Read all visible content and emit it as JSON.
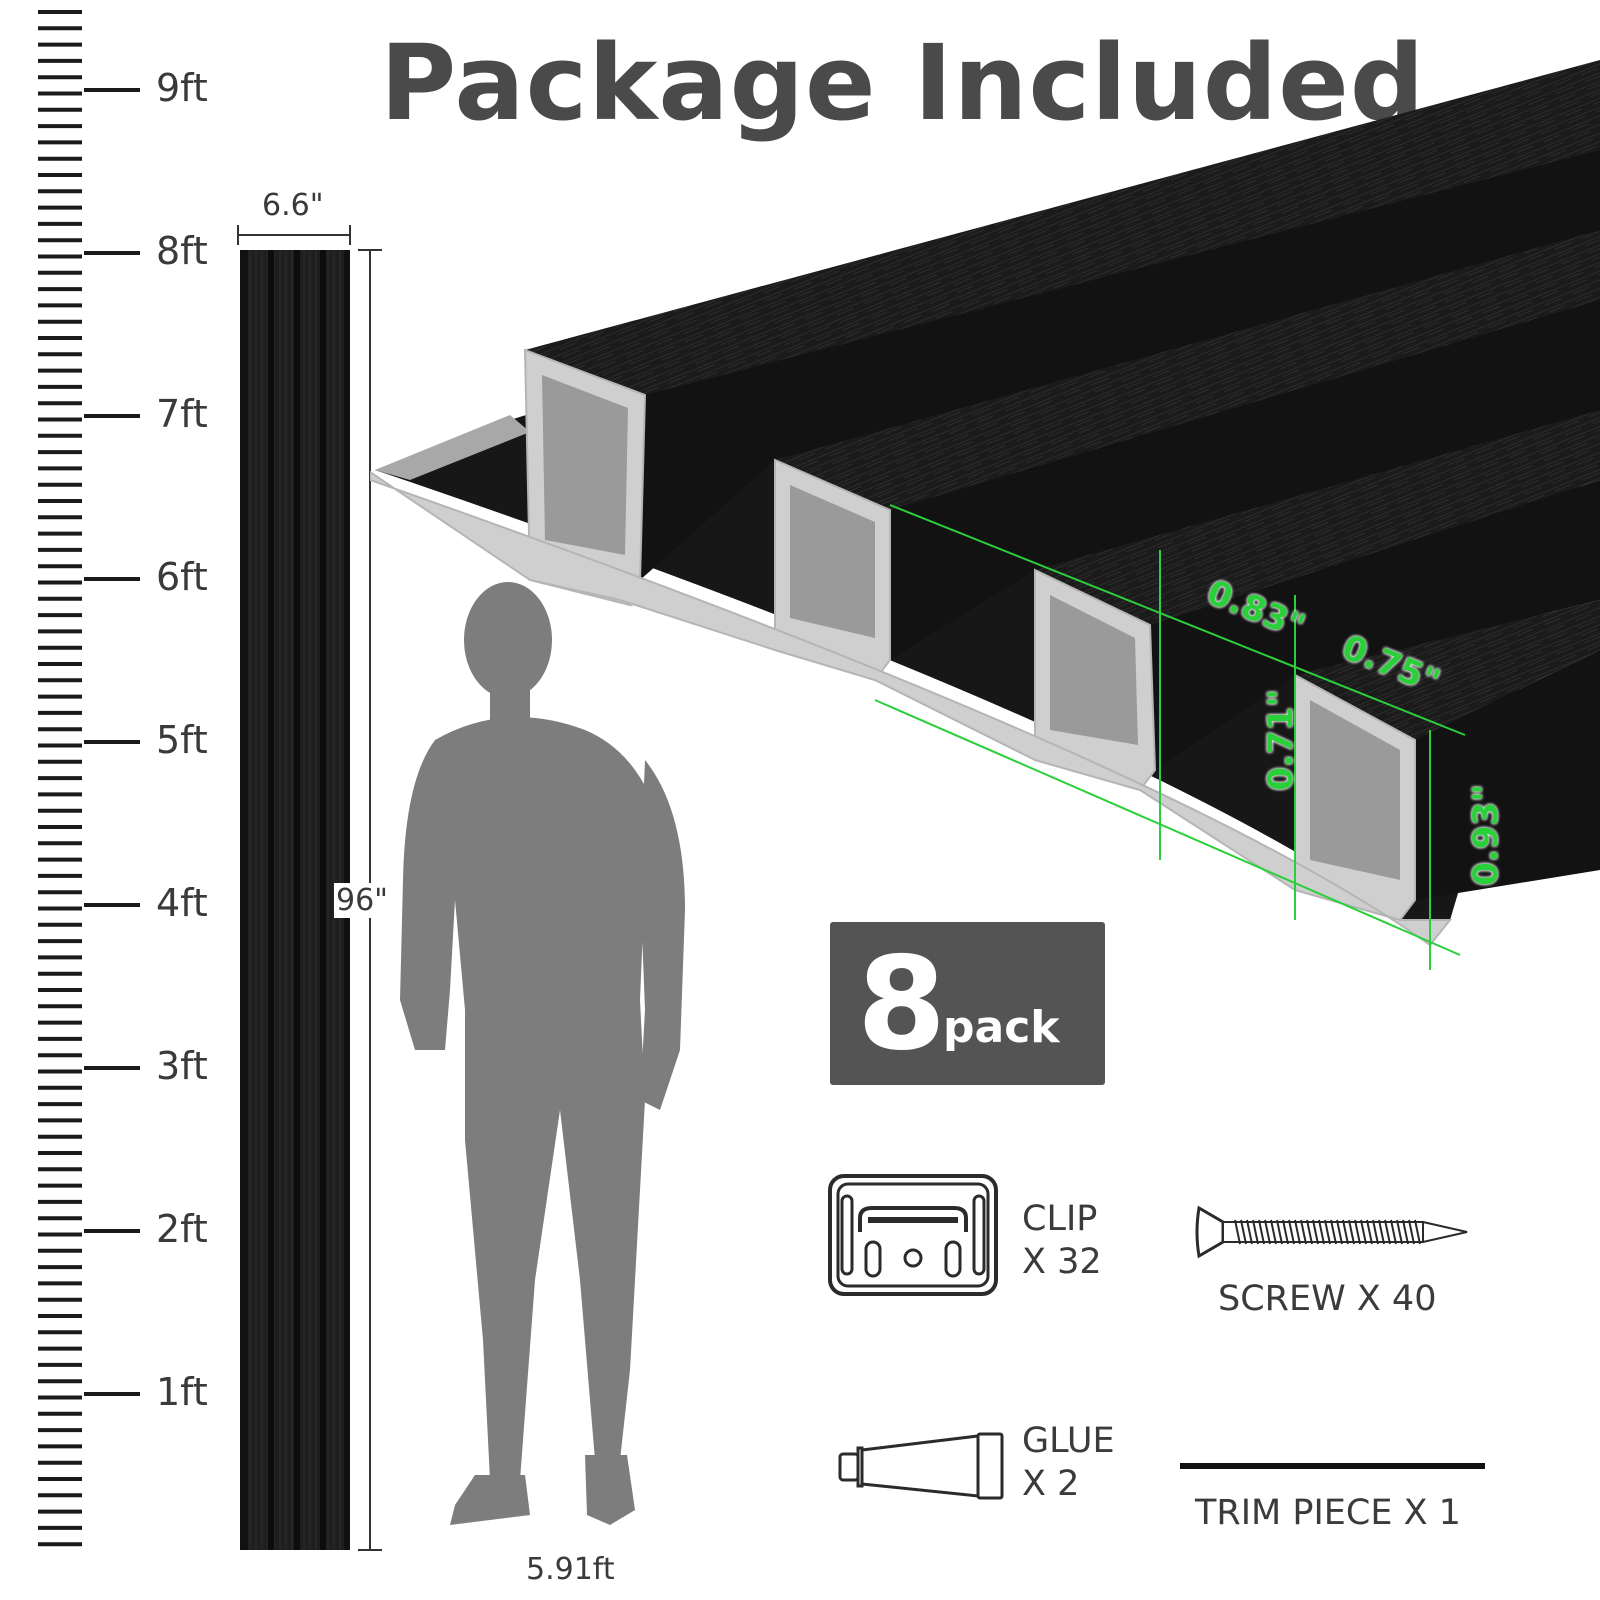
{
  "title": "Package Included",
  "ruler": {
    "labels": [
      "9ft",
      "8ft",
      "7ft",
      "6ft",
      "5ft",
      "4ft",
      "3ft",
      "2ft",
      "1ft"
    ]
  },
  "panel": {
    "width_label": "6.6\"",
    "height_label": "96\"",
    "color": "#1c1c1c"
  },
  "person": {
    "height_label": "5.91ft",
    "color": "#7d7d7d"
  },
  "profile_dims": {
    "d1": "0.83\"",
    "d2": "0.75\"",
    "d3": "0.71\"",
    "d4": "0.93\"",
    "line_color": "#2ad03a"
  },
  "pack": {
    "count": "8",
    "word": "pack"
  },
  "accessories": {
    "clip": {
      "name": "CLIP",
      "qty": "X 32",
      "icon": "clip-icon"
    },
    "screw": {
      "label": "SCREW X 40",
      "icon": "screw-icon"
    },
    "glue": {
      "name": "GLUE",
      "qty": "X 2",
      "icon": "glue-tube-icon"
    },
    "trim": {
      "label": "TRIM PIECE X 1",
      "icon": "trim-piece-icon"
    }
  }
}
